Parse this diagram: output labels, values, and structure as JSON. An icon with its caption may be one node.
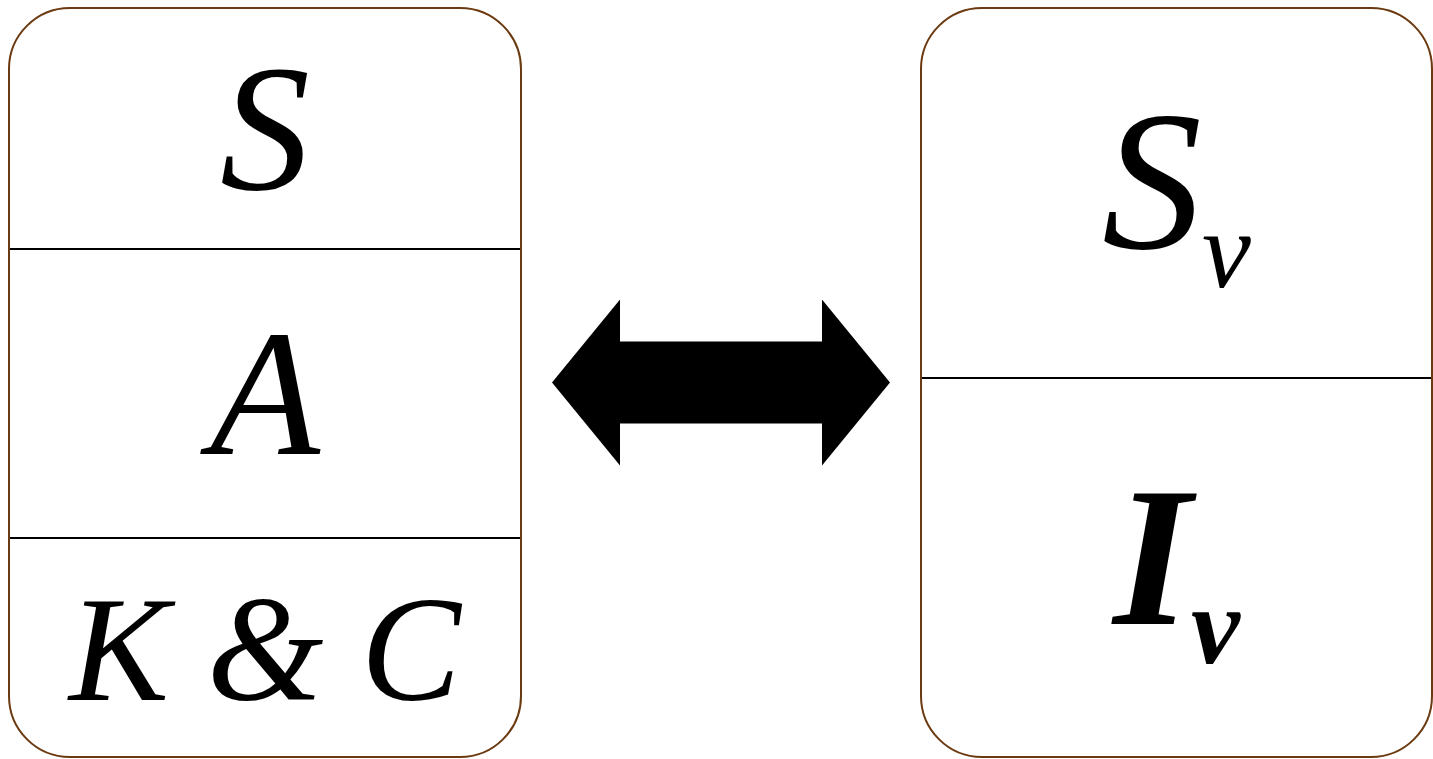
{
  "diagram": {
    "nodes": [
      {
        "text": [],
        "shape": "box"
      },
      {
        "text": [
          "S"
        ],
        "in": 0
      },
      {
        "text": [
          "A"
        ],
        "in": 0
      },
      {
        "text": [
          "K & C"
        ],
        "in": 0
      },
      {
        "text": [],
        "shape": "box"
      },
      {
        "text": [
          "S$_{v}$"
        ],
        "in": 4
      },
      {
        "text": [
          "I$_{v}$"
        ],
        "in": 4
      }
    ],
    "edges": [
      {
        "from": 0,
        "to": 4,
        "arrow": "both"
      }
    ]
  }
}
